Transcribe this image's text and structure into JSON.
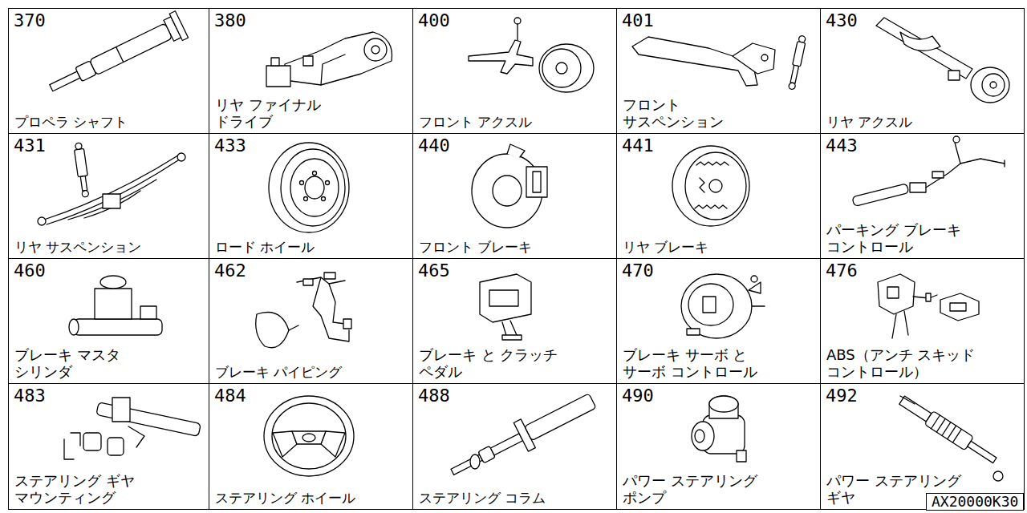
{
  "diagram": {
    "nodes": [
      {
        "text": [
          "370",
          "プロペラ シャフト"
        ]
      },
      {
        "text": [
          "380",
          "リヤ ファイナル ドライブ"
        ]
      },
      {
        "text": [
          "400",
          "フロント アクスル"
        ]
      },
      {
        "text": [
          "401",
          "フロント サスペンション"
        ]
      },
      {
        "text": [
          "430",
          "リヤ アクスル"
        ]
      },
      {
        "text": [
          "431",
          "リヤ サスペンション"
        ]
      },
      {
        "text": [
          "433",
          "ロード ホイール"
        ]
      },
      {
        "text": [
          "440",
          "フロント ブレーキ"
        ]
      },
      {
        "text": [
          "441",
          "リヤ ブレーキ"
        ]
      },
      {
        "text": [
          "443",
          "パーキング ブレーキ コントロール"
        ]
      },
      {
        "text": [
          "460",
          "ブレーキ マスタ シリンダ"
        ]
      },
      {
        "text": [
          "462",
          "ブレーキ パイピング"
        ]
      },
      {
        "text": [
          "465",
          "ブレーキ と クラッチ ペダル"
        ]
      },
      {
        "text": [
          "470",
          "ブレーキ サーボ と サーボ コントロール"
        ]
      },
      {
        "text": [
          "476",
          "ABS（アンチ スキッド コントロール）"
        ]
      },
      {
        "text": [
          "483",
          "ステアリング ギヤ マウンティング"
        ]
      },
      {
        "text": [
          "484",
          "ステアリング ホイール"
        ]
      },
      {
        "text": [
          "488",
          "ステアリング コラム"
        ]
      },
      {
        "text": [
          "490",
          "パワー ステアリング ポンプ"
        ]
      },
      {
        "text": [
          "492",
          "パワー ステアリング ギヤ"
        ]
      },
      {
        "text": [
          "AX20000K30"
        ]
      }
    ]
  }
}
